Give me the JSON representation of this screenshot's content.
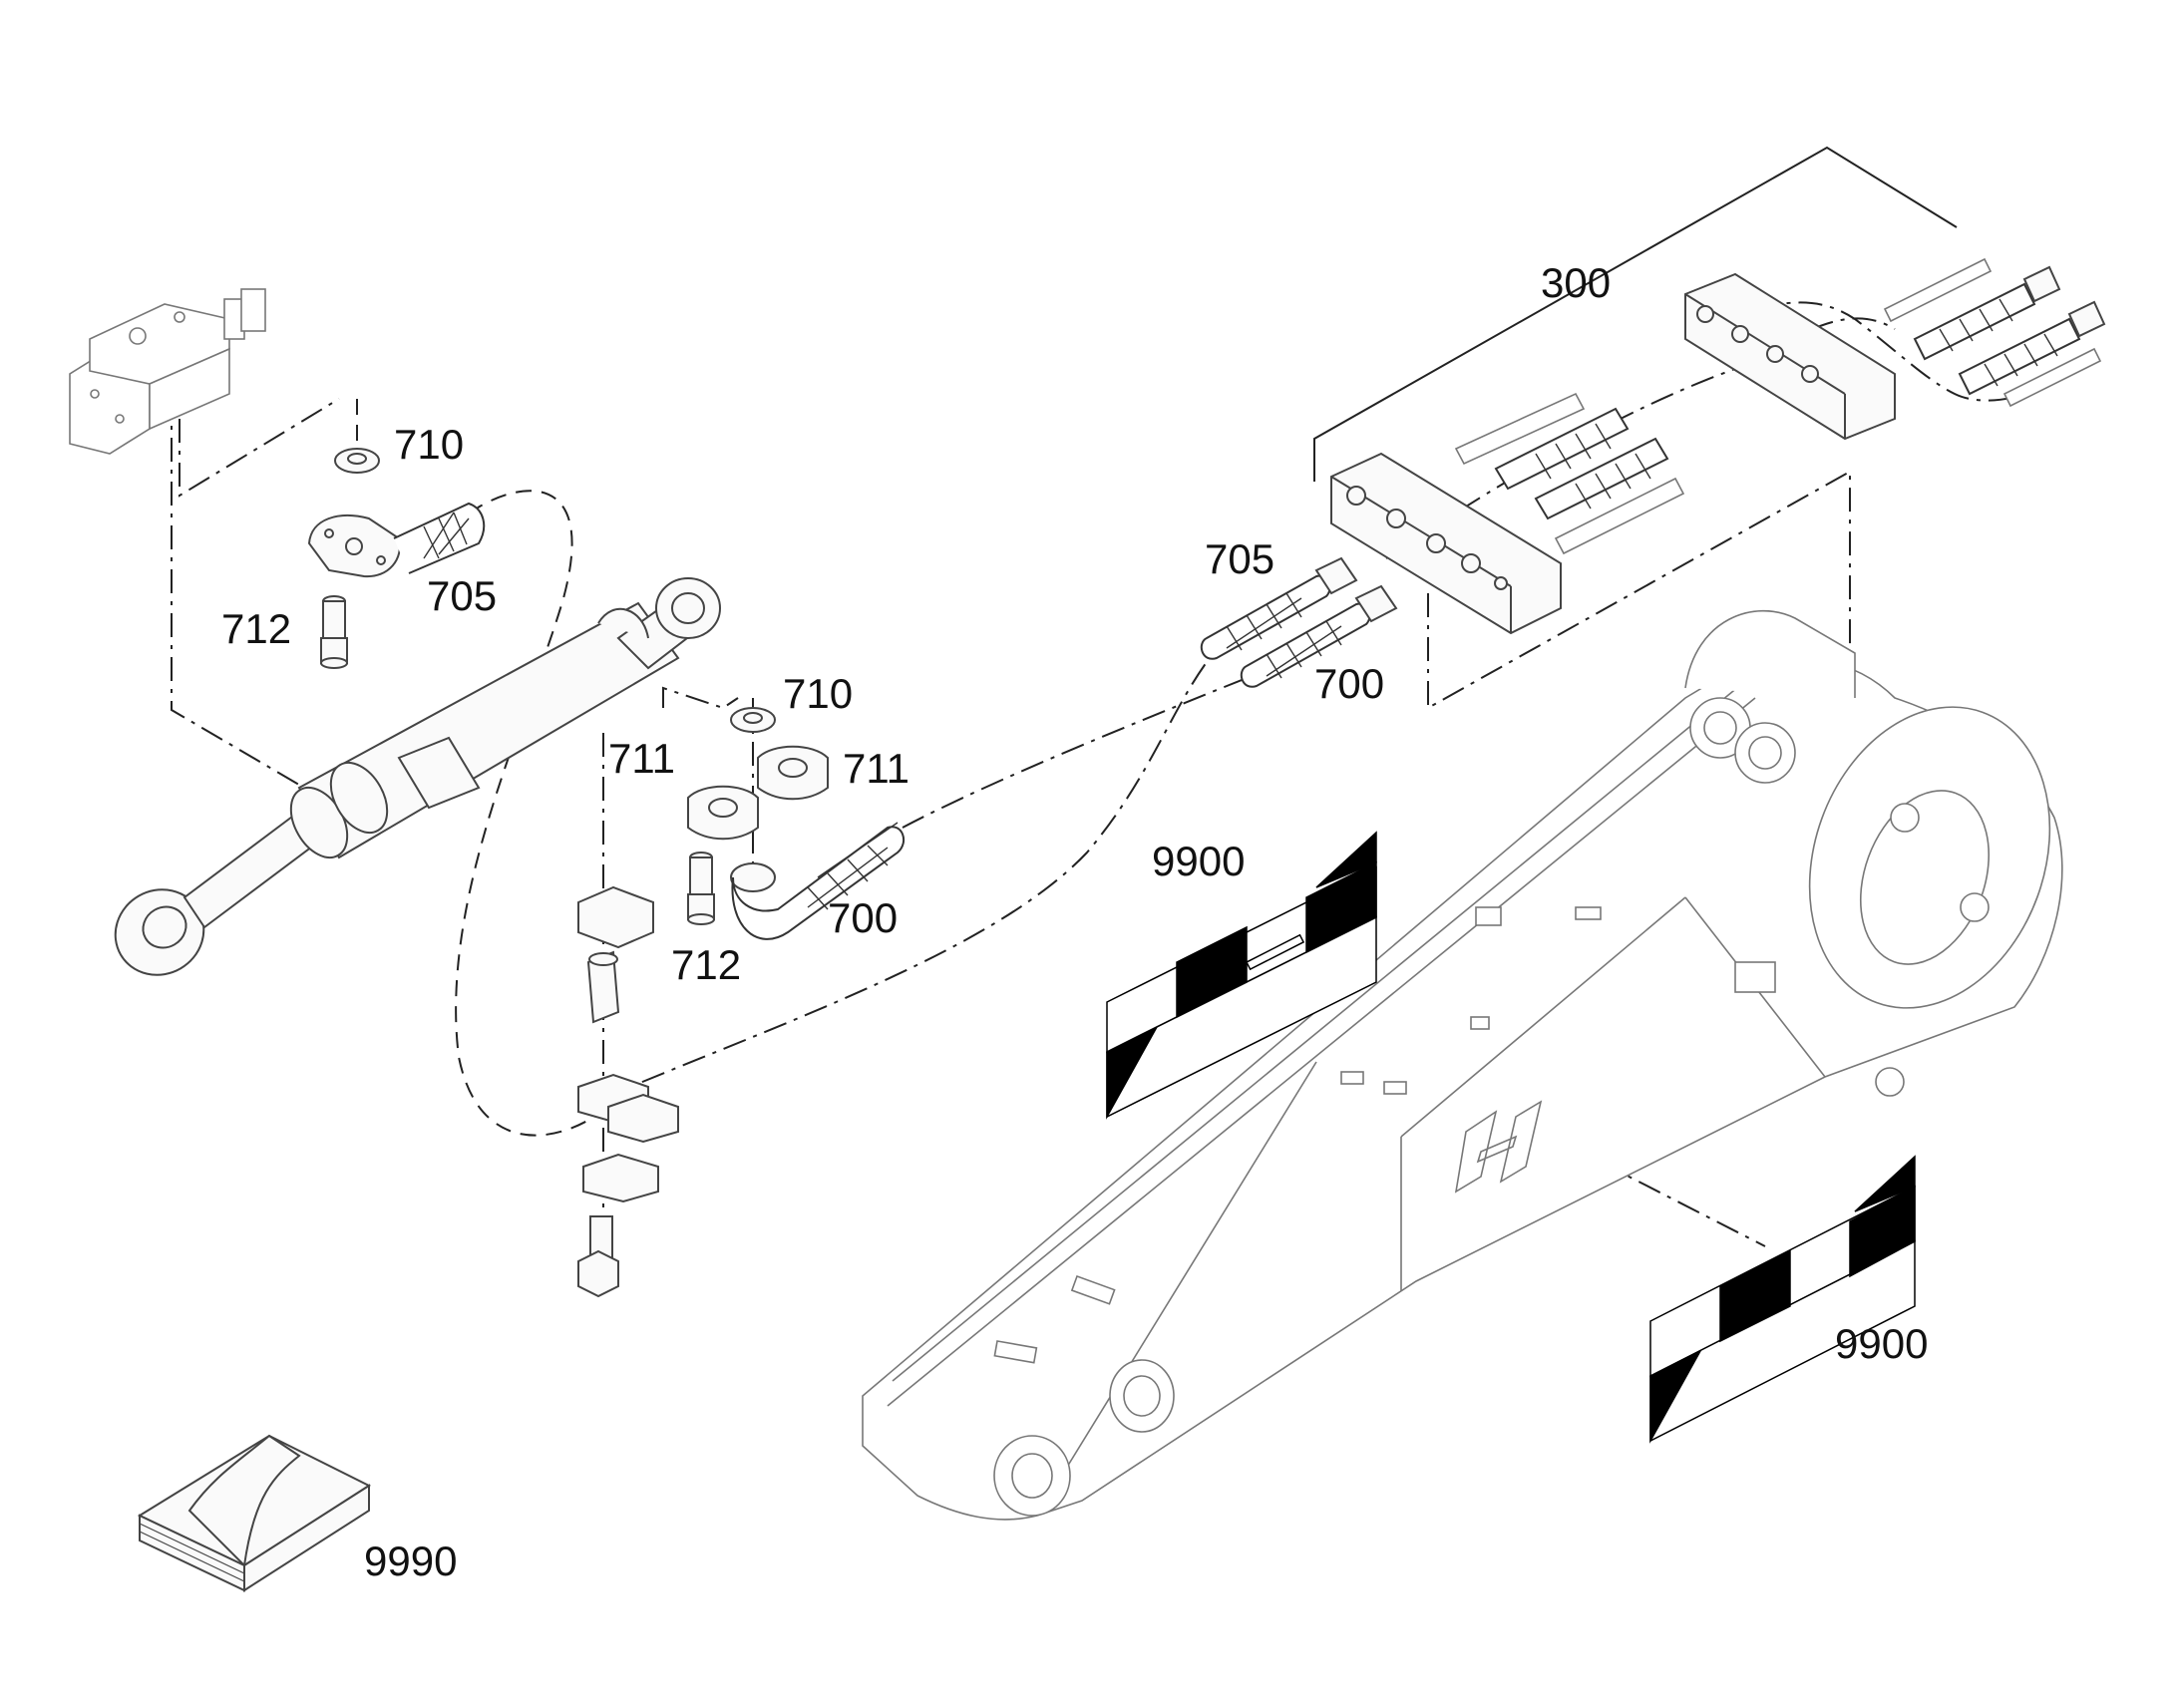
{
  "labels": {
    "assembly_300": "300",
    "washer_710_left": "710",
    "flange_705_left": "705",
    "screw_712_left": "712",
    "washer_710_center": "710",
    "clamp_711_left": "711",
    "clamp_711_right": "711",
    "hose_700_center": "700",
    "screw_712_center": "712",
    "flange_705_right": "705",
    "hose_700_right": "700",
    "decal_9900_top": "9900",
    "decal_9900_bottom": "9900",
    "manual_9990": "9990"
  },
  "colors": {
    "line": "#222222",
    "decal": "#000000",
    "background": "#ffffff"
  }
}
